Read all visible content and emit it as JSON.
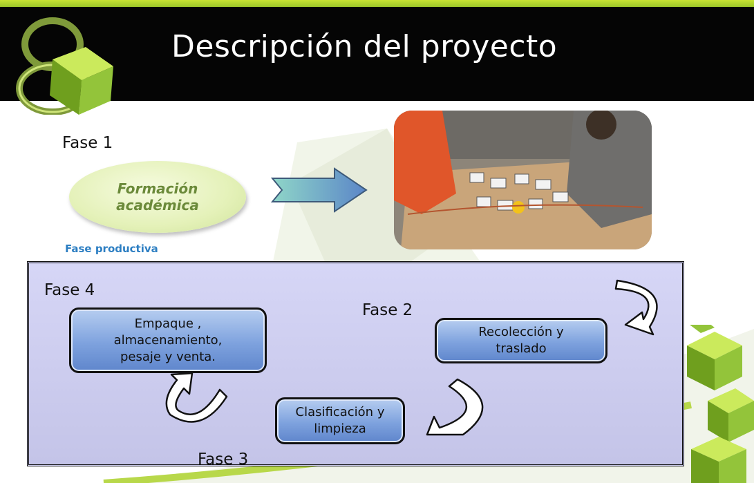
{
  "header": {
    "title": "Descripción del proyecto"
  },
  "logo": {
    "icon": "logo-8-cube-icon"
  },
  "fase1": {
    "label": "Fase 1",
    "ellipse_text": "Formación académica"
  },
  "photo": {
    "description_icon": "photo-image"
  },
  "fase_productiva": "Fase productiva",
  "cycle": {
    "fase2_label": "Fase 2",
    "fase2_box": "Recolección y traslado",
    "fase3_label": "Fase 3",
    "fase3_box": "Clasificación y limpieza",
    "fase4_label": "Fase 4",
    "fase4_box": "Empaque , almacenamiento, pesaje y venta."
  },
  "colors": {
    "accent": "#9cc72a",
    "box": "#7ea2de",
    "panel": "#d0d0f0",
    "label_blue": "#2c7ec2"
  }
}
